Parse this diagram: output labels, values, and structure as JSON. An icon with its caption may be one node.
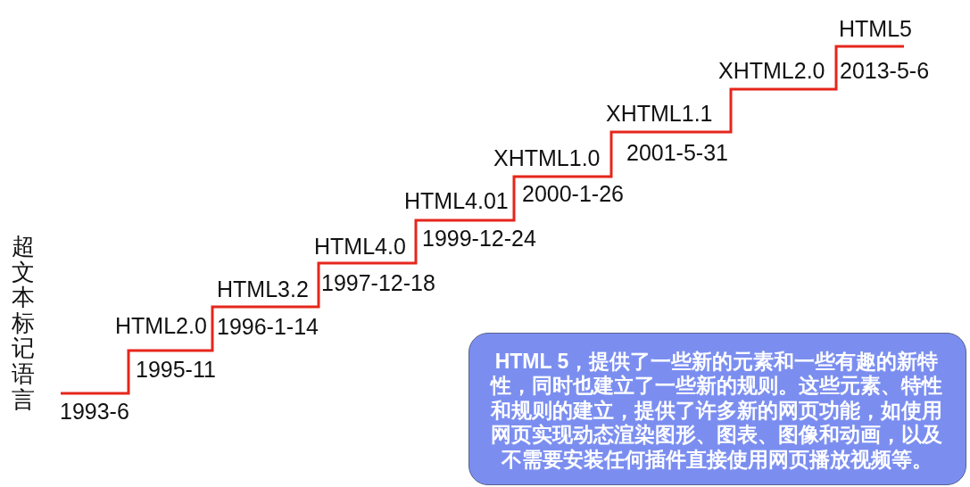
{
  "diagram": {
    "nodes": [
      {
        "text": [
          "HTML 5，提供了一些新的元素和一些有趣的新特性，同时也建立了一些新的规则。这些元素、特性和规则的建立，提供了许多新的网页功能，如使用网页实现动态渲染图形、图表、图像和动画，以及不需要安装任何插件直接使用网页播放视频等。"
        ]
      }
    ],
    "labels": [
      "超文本标记语言",
      "1993-6",
      "HTML2.0",
      "1995-11",
      "HTML3.2",
      "1996-1-14",
      "HTML4.0",
      "1997-12-18",
      "HTML4.01",
      "1999-12-24",
      "XHTML1.0",
      "2000-1-26",
      "XHTML1.1",
      "2001-5-31",
      "XHTML2.0",
      "2013-5-6",
      "HTML5"
    ]
  }
}
